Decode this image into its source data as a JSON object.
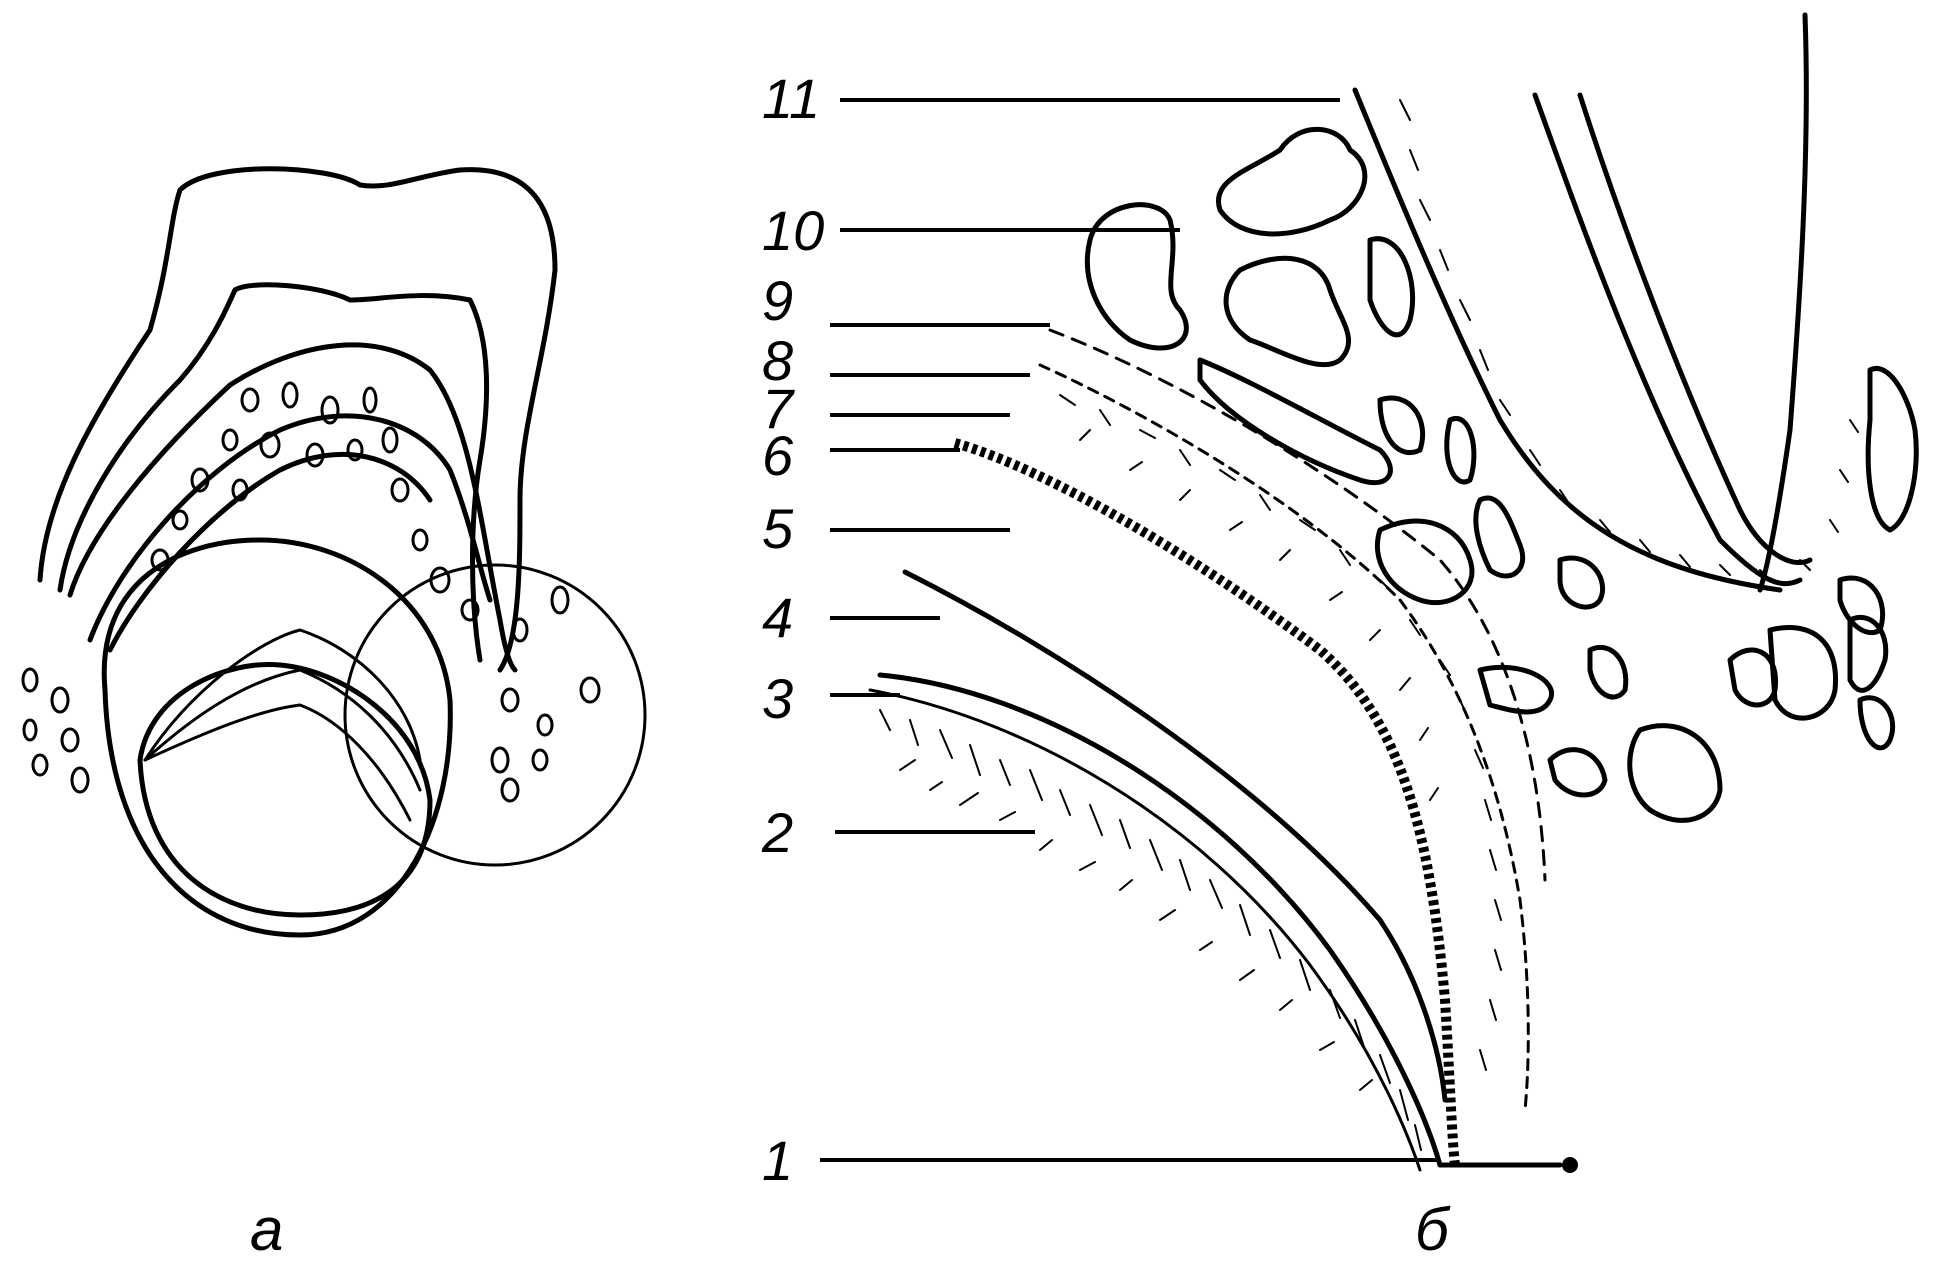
{
  "panels": {
    "a": "а",
    "b": "б"
  },
  "labels": [
    "1",
    "2",
    "3",
    "4",
    "5",
    "6",
    "7",
    "8",
    "9",
    "10",
    "11"
  ]
}
